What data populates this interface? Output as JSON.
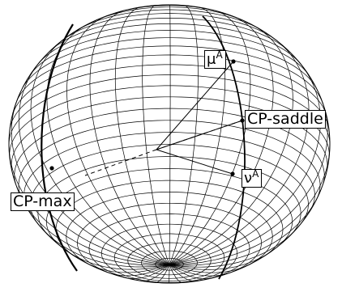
{
  "labels": {
    "mu": {
      "symbol": "μ",
      "superscript": "A"
    },
    "nu": {
      "symbol": "ν",
      "superscript": "A"
    },
    "cp_saddle": "CP-saddle",
    "cp_max": "CP-max"
  },
  "colors": {
    "line": "#000000",
    "background": "#ffffff"
  }
}
